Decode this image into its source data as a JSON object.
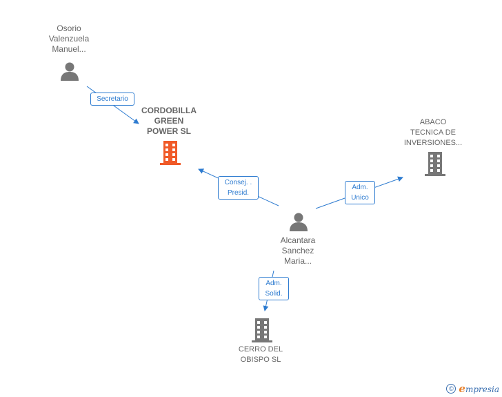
{
  "people": [
    {
      "id": "osorio",
      "label": "Osorio\nValenzuela\nManuel..."
    },
    {
      "id": "alcantara",
      "label": "Alcantara\nSanchez\nMaria..."
    }
  ],
  "companies": [
    {
      "id": "cordobilla",
      "label": "CORDOBILLA\nGREEN\nPOWER  SL",
      "color": "#f05a28"
    },
    {
      "id": "abaco",
      "label": "ABACO\nTECNICA DE\nINVERSIONES...",
      "color": "#777777"
    },
    {
      "id": "cerro",
      "label": "CERRO DEL\nOBISPO SL",
      "color": "#777777"
    }
  ],
  "relations": [
    {
      "id": "secretario",
      "label": "Secretario"
    },
    {
      "id": "consej",
      "label": "Consej. .\nPresid."
    },
    {
      "id": "adm-unico",
      "label": "Adm.\nUnico"
    },
    {
      "id": "adm-solid",
      "label": "Adm.\nSolid."
    }
  ],
  "colors": {
    "edge": "#2d7bd0",
    "person": "#777777"
  },
  "footer": {
    "copyright": "©",
    "brand_initial": "e",
    "brand_rest": "mpresia"
  }
}
